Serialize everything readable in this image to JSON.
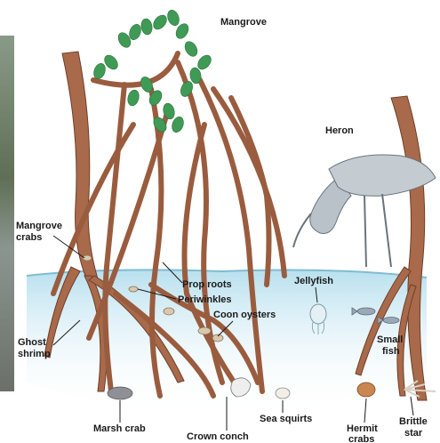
{
  "title": "Mangrove",
  "labels": {
    "heron": "Heron",
    "mangrove_crabs_1": "Mangrove",
    "mangrove_crabs_2": "crabs",
    "prop_roots": "Prop roots",
    "periwinkles": "Periwinkles",
    "jellyfish": "Jellyfish",
    "coon_oysters": "Coon oysters",
    "ghost_shrimp_1": "Ghost",
    "ghost_shrimp_2": "shrimp",
    "small_fish_1": "Small",
    "small_fish_2": "fish",
    "marsh_crab": "Marsh crab",
    "crown_conch": "Crown conch",
    "sea_squirts": "Sea squirts",
    "hermit_crabs_1": "Hermit",
    "hermit_crabs_2": "crabs",
    "brittle_star_1": "Brittle",
    "brittle_star_2": "star"
  },
  "colors": {
    "water": "#a9d6e6",
    "water_deep": "#8fc6da",
    "trunk": "#a86a4a",
    "trunk_dark": "#7a4630",
    "leaf": "#3f9a55",
    "heron": "#b9c2c8",
    "photo_left": "#6f7f6a"
  }
}
